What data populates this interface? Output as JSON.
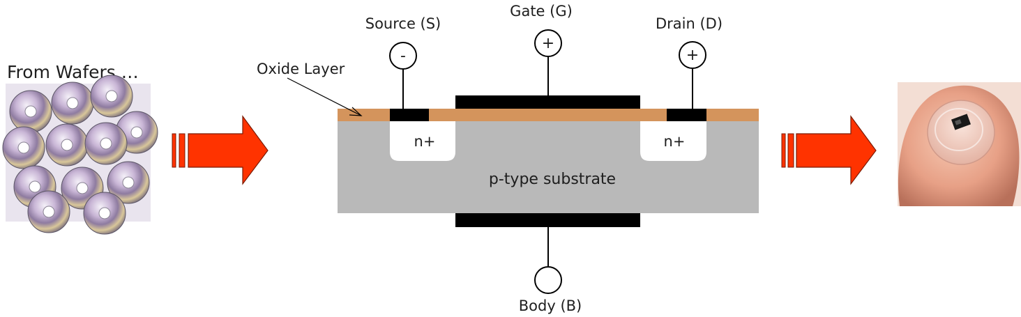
{
  "left_panel": {
    "caption": "From Wafers …",
    "image_icon": "wafer-discs-photo-icon"
  },
  "arrows": [
    {
      "icon": "striped-right-arrow-icon"
    },
    {
      "icon": "striped-right-arrow-icon"
    }
  ],
  "diagram": {
    "terminals": {
      "source": {
        "label": "Source (S)",
        "symbol": "-"
      },
      "gate": {
        "label": "Gate (G)",
        "symbol": "+"
      },
      "drain": {
        "label": "Drain (D)",
        "symbol": "+"
      },
      "body": {
        "label": "Body (B)",
        "symbol": ""
      }
    },
    "oxide_label": "Oxide Layer",
    "source_region": "n+",
    "drain_region": "n+",
    "substrate_label": "p-type substrate"
  },
  "right_panel": {
    "image_icon": "chip-on-fingertip-photo-icon"
  },
  "colors": {
    "arrow": "#ff3300",
    "oxide": "#d4945c",
    "substrate": "#b9b9b9",
    "metal": "#000000",
    "n_region": "#ffffff",
    "skin": "#e8a58c"
  }
}
